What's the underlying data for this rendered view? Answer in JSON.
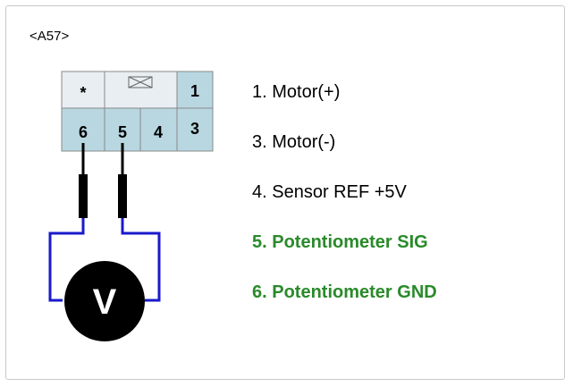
{
  "connector": {
    "label": "<A57>",
    "top_row": [
      {
        "text": "*",
        "shade": "light"
      },
      {
        "text": "",
        "shade": "light",
        "icon": "connector-lock-icon"
      },
      {
        "text": "1",
        "shade": "dark"
      }
    ],
    "bottom_row": [
      {
        "text": "6",
        "shade": "dark"
      },
      {
        "text": "5",
        "shade": "dark"
      },
      {
        "text": "4",
        "shade": "dark"
      },
      {
        "text": "3",
        "shade": "dark"
      }
    ]
  },
  "meter": {
    "label": "V",
    "probe_pins": [
      "6",
      "5"
    ]
  },
  "pins": [
    {
      "text": "1. Motor(+)",
      "highlight": false
    },
    {
      "text": "3. Motor(-)",
      "highlight": false
    },
    {
      "text": "4. Sensor REF +5V",
      "highlight": false
    },
    {
      "text": "5. Potentiometer SIG",
      "highlight": true
    },
    {
      "text": "6. Potentiometer GND",
      "highlight": true
    }
  ],
  "colors": {
    "cell_light": "#e8eef1",
    "cell_dark": "#b8d7e1",
    "wire": "#1a1acc",
    "highlight_text": "#2a8a2a",
    "meter": "#000000"
  }
}
